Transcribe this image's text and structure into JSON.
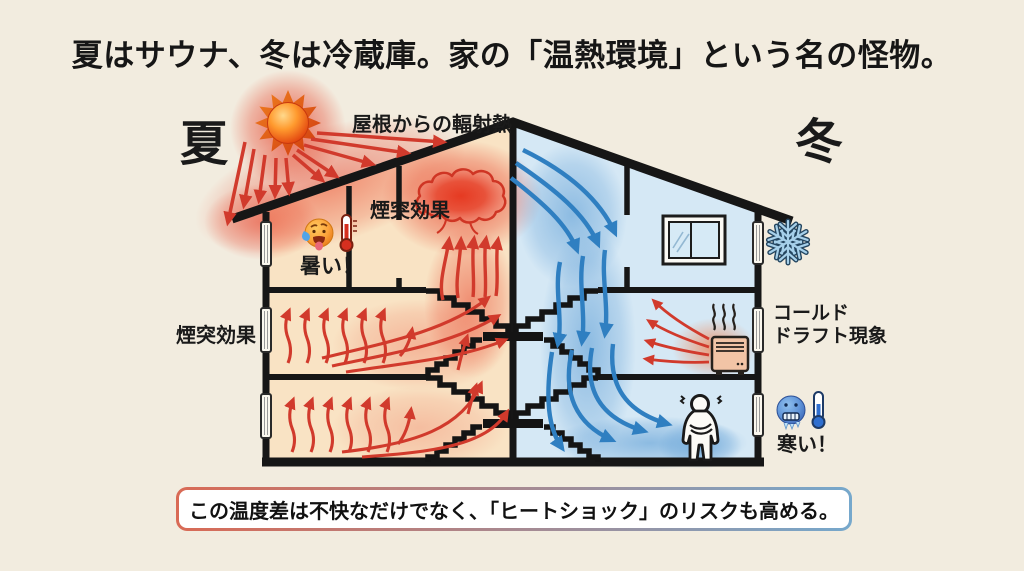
{
  "title": "夏はサウナ、冬は冷蔵庫。家の「温熱環境」という名の怪物。",
  "summer": {
    "season_label": "夏",
    "roof_heat_label": "屋根からの輻射熱",
    "chimney_attic_label": "煙突効果",
    "chimney_left_label": "煙突効果",
    "hot_label": "暑い！"
  },
  "winter": {
    "season_label": "冬",
    "cold_draft_line1": "コールド",
    "cold_draft_line2": "ドラフト現象",
    "cold_label": "寒い！"
  },
  "note": "この温度差は不快なだけでなく、「ヒートショック」のリスクも高める。",
  "icons": {
    "sun-icon": "radiating summer sun",
    "heat-cloud-icon": "hot air mass trapped in attic",
    "hot-face-emoji-icon": "overheated face with sweat drop",
    "thermometer-hot-icon": "red thermometer",
    "snowflake-icon": "winter snowflake",
    "window-icon": "double pane window",
    "heater-icon": "fan heater with rising heat",
    "cold-face-emoji-icon": "freezing blue face",
    "thermometer-cold-icon": "blue thermometer",
    "shivering-person-icon": "shivering hunched person",
    "staircase": "central stairwell",
    "hot-air-arrows": "rising warm air flow",
    "cold-air-arrows": "descending cold air flow"
  },
  "colors": {
    "background": "#f2ecdf",
    "summer_room": "#f9e3c4",
    "winter_room": "#d5e8f5",
    "hot_arrow": "#d13a2c",
    "cold_arrow": "#2f7fc1",
    "structure": "#181818",
    "note_border_left": "#d96a55",
    "note_border_right": "#76a8cc"
  }
}
